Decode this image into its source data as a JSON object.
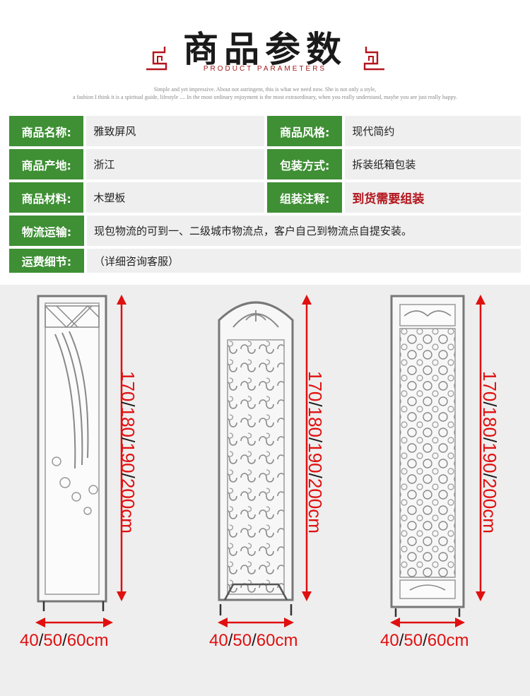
{
  "header": {
    "title": "商品参数",
    "subtitle": "PRODUCT PARAMETERS",
    "tagline_1": "Simple and yet impressive. About not astringent, this is what we need now. She is not only a style,",
    "tagline_2": "a fashion I think it is a spiritual guide, lifestyle .... In the most ordinary enjoyment is the most extraordinary, when you really understand, maybe you are just really happy."
  },
  "params": {
    "name_label": "商品名称:",
    "name_value": "雅致屏风",
    "style_label": "商品风格:",
    "style_value": "现代简约",
    "origin_label": "商品产地:",
    "origin_value": "浙江",
    "package_label": "包装方式:",
    "package_value": "拆装纸箱包装",
    "material_label": "商品材料:",
    "material_value": "木塑板",
    "assembly_label": "组装注释:",
    "assembly_value": "到货需要组装",
    "logistics_label": "物流运输:",
    "logistics_value": "现包物流的可到一、二级城市物流点，客户自己到物流点自提安装。",
    "shipping_label": "运费细节:",
    "shipping_value": "（详细咨询客服）"
  },
  "dimensions": {
    "width_parts": [
      "40",
      "50",
      "60cm"
    ],
    "height_parts": [
      "170",
      "180",
      "190",
      "200cm"
    ],
    "separator": "/"
  },
  "colors": {
    "label_green": "#3f8f35",
    "value_grey": "#efefef",
    "accent_red": "#e01010",
    "brand_red": "#b3151c"
  }
}
